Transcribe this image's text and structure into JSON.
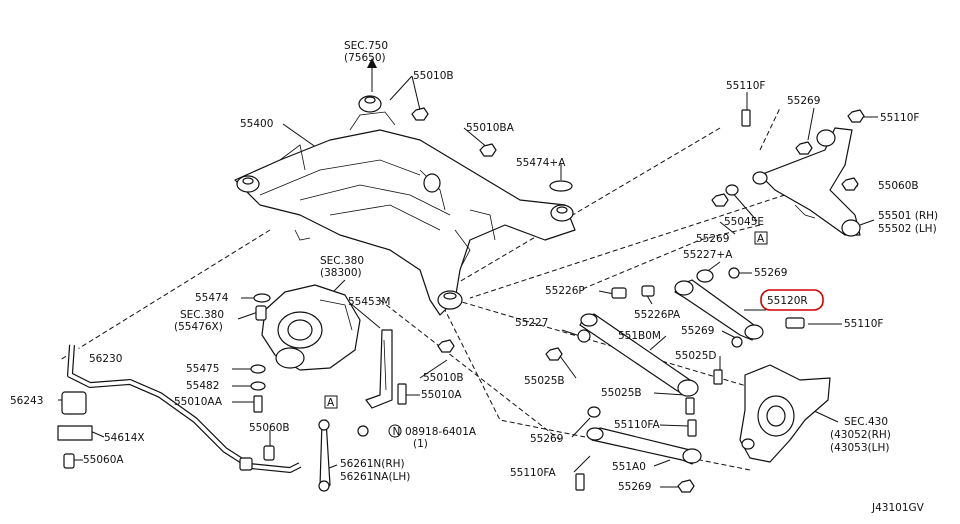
{
  "diagram_code": "J43101GV",
  "highlight_color": "#d00000",
  "labels": {
    "sec750": "SEC.750",
    "sec750_sub": "(75650)",
    "p55010b_top": "55010B",
    "p55400": "55400",
    "p55010ba": "55010BA",
    "p55474a": "55474+A",
    "sec380a": "SEC.380",
    "sec380a_sub": "(38300)",
    "p55474": "55474",
    "sec380b": "SEC.380",
    "sec380b_sub": "(55476X)",
    "p55453m": "55453M",
    "p55475": "55475",
    "p55482": "55482",
    "p55010aa": "55010AA",
    "p56230": "56230",
    "p56243": "56243",
    "p54614x": "54614X",
    "p55060a": "55060A",
    "p55060b": "55060B",
    "p55010b_mid": "55010B",
    "p55010a": "55010A",
    "p08918": "08918-6401A",
    "p08918_qty": "(1)",
    "p08918_n": "N",
    "p56261n": "56261N(RH)",
    "p56261na": "56261NA(LH)",
    "box_a": "A",
    "p55110f_top": "55110F",
    "p55269_top": "55269",
    "p55110f_right": "55110F",
    "p55060b_right": "55060B",
    "p55045e": "55045E",
    "p55269_a": "55269",
    "p55501": "55501 (RH)",
    "p55502": "55502 (LH)",
    "p55227a": "55227+A",
    "p55269_b": "55269",
    "p55226p": "55226P",
    "p55120r": "55120R",
    "p55226pa": "55226PA",
    "p55110f_mid": "55110F",
    "p55227": "55227",
    "p551b0m": "551B0M",
    "p55269_c": "55269",
    "p55025b_left": "55025B",
    "p55025d": "55025D",
    "p55025b_mid": "55025B",
    "p55110fa_mid": "55110FA",
    "p55269_d": "55269",
    "sec430": "SEC.430",
    "sec430_rh": "(43052(RH)",
    "sec430_lh": "(43053(LH)",
    "p55110fa_bot": "55110FA",
    "p551a0": "551A0",
    "p55269_e": "55269"
  }
}
